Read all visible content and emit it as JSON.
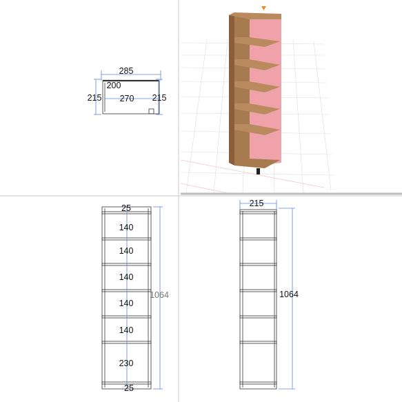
{
  "top_view": {
    "width": "285",
    "inner_offset": "200",
    "inner_width": "270",
    "depth_left": "215",
    "depth_right": "215"
  },
  "front_view": {
    "top_panel": "25",
    "gaps": [
      "140",
      "140",
      "140",
      "140",
      "140",
      "230"
    ],
    "bottom_panel": "25",
    "height": "1064"
  },
  "side_view": {
    "depth": "215",
    "height": "1064"
  },
  "colors": {
    "wood": "#a87a50",
    "wood_dark": "#8a5e3a",
    "back_panel": "#f0a2aa",
    "marker": "#f08a1c",
    "dimension_line": "#5b86e0",
    "pane_border": "#c8c8c8"
  }
}
